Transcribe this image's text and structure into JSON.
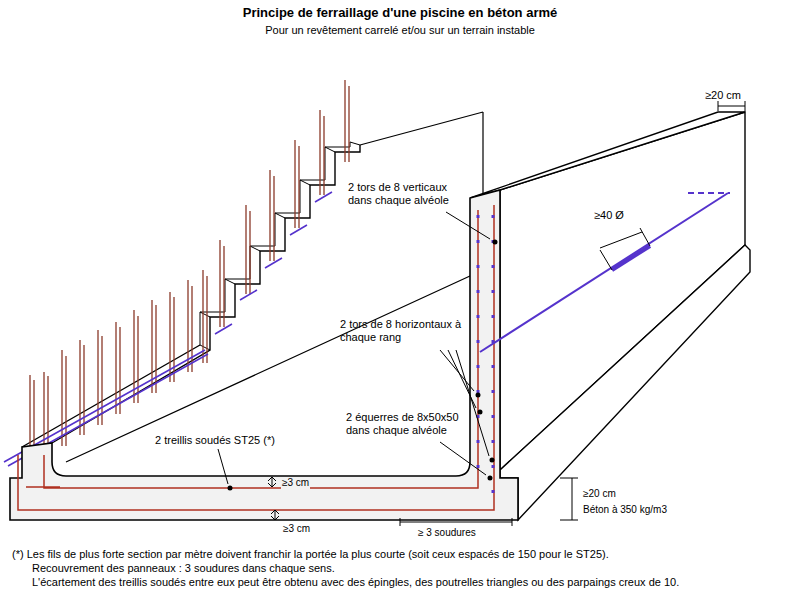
{
  "diagram": {
    "title": "Principe de ferraillage d'une piscine en béton armé",
    "labels": [
      "Pour un revêtement carrelé et/ou sur un terrain instable",
      "≥20 cm",
      "2 tors de 8 verticaux dans chaque alvéole",
      "≥40 Ø",
      "2 tors de 8 horizontaux à chaque rang",
      "2 équerres de 8x50x50 dans chaque alvéole",
      "2 treillis soudés ST25 (*)",
      "≥3 cm",
      "≥3 cm",
      "≥ 3 soudures",
      "≥20 cm",
      "Béton à 350 kg/m3",
      "(*) Les fils de plus forte section par mètre doivent franchir la portée la plus courte (soit ceux espacés de 150 pour le ST25).",
      "Recouvrement des panneaux : 3 soudures dans chaque sens.",
      "L'écartement des treillis soudés entre eux peut être obtenu avec des épingles, des poutrelles triangles ou des parpaings creux de 10."
    ]
  }
}
